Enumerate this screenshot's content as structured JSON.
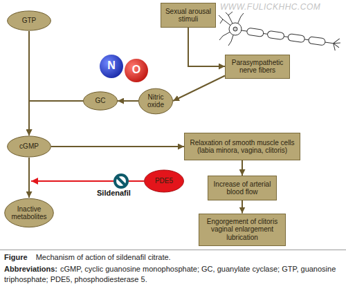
{
  "diagram": {
    "caption": "Mechanism of action of sildenafil citrate.",
    "nodes": [
      {
        "text": [
          "Sexual arousal stimuli"
        ]
      },
      {
        "text": [
          "GTP"
        ]
      },
      {
        "text": [
          "Parasympathetic nerve fibers"
        ]
      },
      {
        "text": [
          "GC"
        ]
      },
      {
        "text": [
          "Nitric oxide"
        ]
      },
      {
        "text": [
          "cGMP"
        ]
      },
      {
        "text": [
          "Relaxation of smooth muscle cells (labia minora, vagina, clitoris)"
        ]
      },
      {
        "text": [
          "PDE5"
        ]
      },
      {
        "text": [
          "Inactive metabolites"
        ]
      },
      {
        "text": [
          "Increase of arterial blood flow"
        ]
      },
      {
        "text": [
          "Engorgement of clitoris vaginal enlargement lubrication"
        ]
      }
    ],
    "edges": [
      {
        "from": 0,
        "to": 2,
        "arrow": "to"
      },
      {
        "from": 2,
        "to": 4,
        "arrow": "to"
      },
      {
        "from": 4,
        "to": 3,
        "arrow": "to"
      },
      {
        "from": 1,
        "to": 5,
        "arrow": "to"
      },
      {
        "from": 3,
        "to": 5,
        "arrow": "to"
      },
      {
        "from": 5,
        "to": 6,
        "arrow": "to"
      },
      {
        "from": 5,
        "to": 8,
        "arrow": "to"
      },
      {
        "from": 6,
        "to": 9,
        "arrow": "to"
      },
      {
        "from": 9,
        "to": 10,
        "arrow": "to"
      }
    ],
    "labels": [
      "WWW.FULICKHHC.COM",
      "N",
      "O",
      "Sildenafil",
      "Figure",
      "Abbreviations:",
      "cGMP, cyclic guanosine monophosphate; GC, guanylate cyclase; GTP, guanosine triphosphate; PDE5, phosphodiesterase 5."
    ]
  }
}
